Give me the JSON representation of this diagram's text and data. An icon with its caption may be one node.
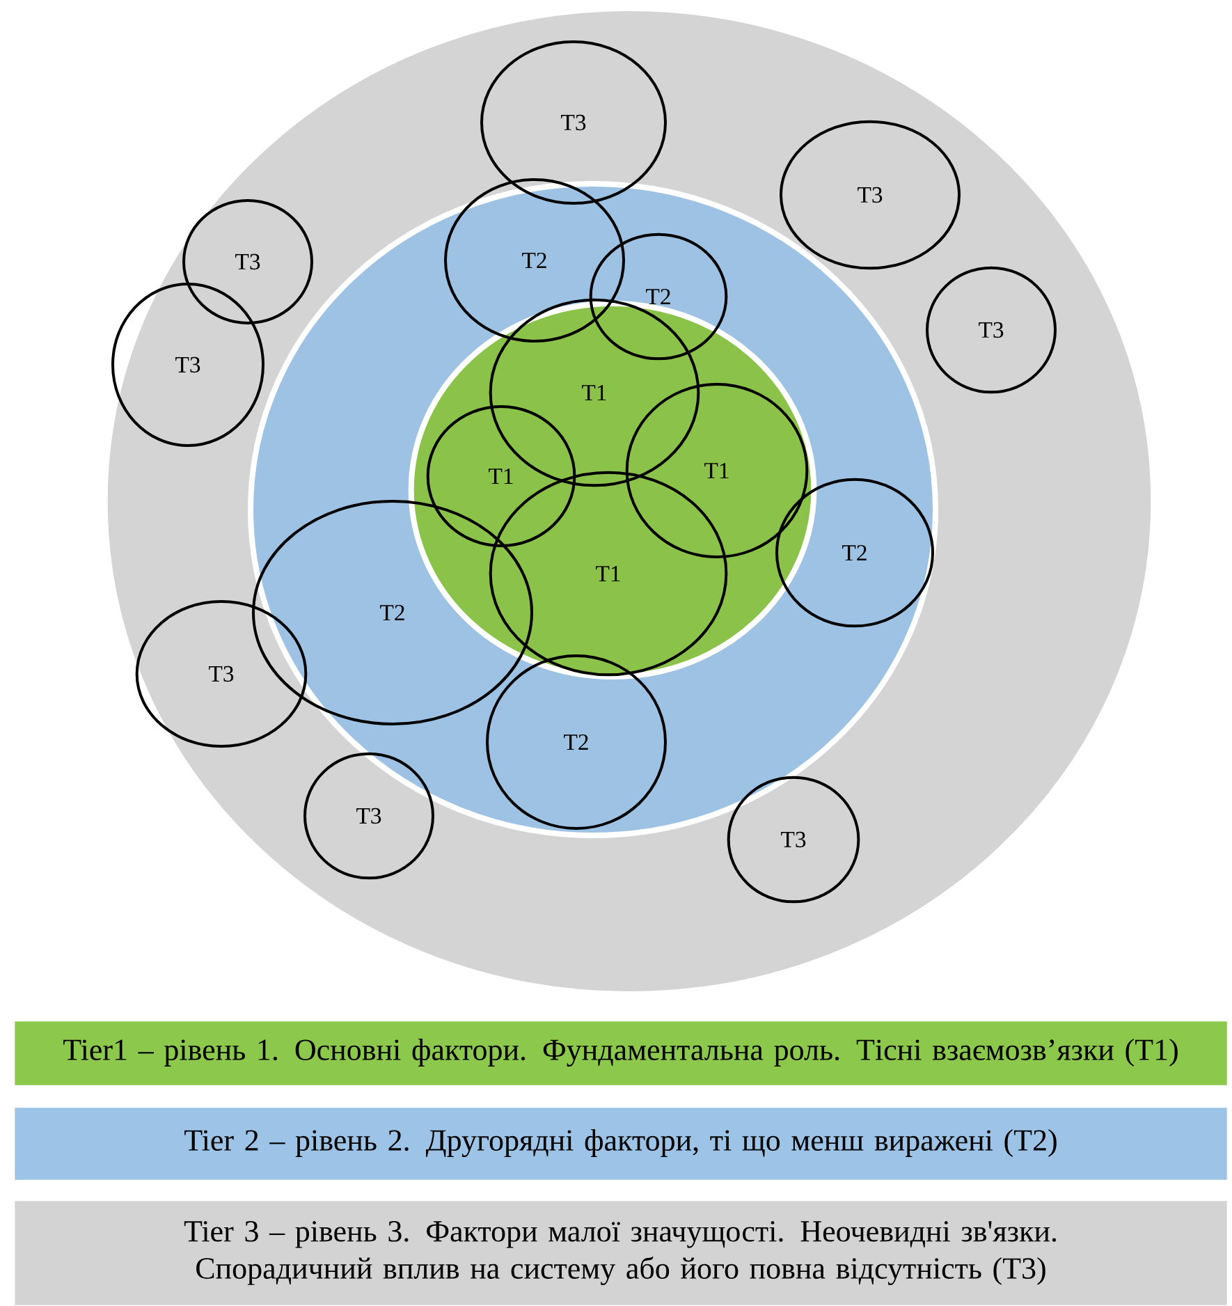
{
  "diagram": {
    "nodes": [
      {
        "text": [],
        "shape": "circle"
      },
      {
        "text": [],
        "shape": "circle",
        "in": 0
      },
      {
        "text": [],
        "shape": "circle",
        "in": 1
      },
      {
        "text": [
          "T3"
        ],
        "in": 0
      },
      {
        "text": [
          "T3"
        ],
        "in": 0
      },
      {
        "text": [
          "T3"
        ],
        "in": 0
      },
      {
        "text": [
          "T2"
        ],
        "in": 1
      },
      {
        "text": [
          "T2"
        ],
        "in": 1
      },
      {
        "text": [
          "T3"
        ],
        "in": 0
      },
      {
        "text": [
          "T3"
        ],
        "in": 0
      },
      {
        "text": [
          "T1"
        ],
        "in": 2
      },
      {
        "text": [
          "T1"
        ],
        "in": 2
      },
      {
        "text": [
          "T1"
        ],
        "in": 2
      },
      {
        "text": [
          "T2"
        ],
        "in": 1
      },
      {
        "text": [
          "T1"
        ],
        "in": 2
      },
      {
        "text": [
          "T2"
        ],
        "in": 1
      },
      {
        "text": [
          "T3"
        ],
        "in": 0
      },
      {
        "text": [
          "T2"
        ],
        "in": 1
      },
      {
        "text": [
          "T3"
        ],
        "in": 0
      },
      {
        "text": [
          "T3"
        ],
        "in": 0
      }
    ],
    "legend": [
      {
        "text": "Tier1 – рівень 1.  Основні фактори. Фундаментальна роль. Тісні взаємозв’язки (Т1)",
        "color": "#8cc84b"
      },
      {
        "text": "Tier 2 – рівень 2. Другорядні фактори, ті що менш виражені (Т2)",
        "color": "#9dc3e6"
      },
      {
        "text": "Tier 3 – рівень 3. Фактори малої значущості. Неочевидні зв'язки. Спорадичний вплив на систему або його повна відсутність (Т3)",
        "color": "#d3d3d3"
      }
    ]
  }
}
